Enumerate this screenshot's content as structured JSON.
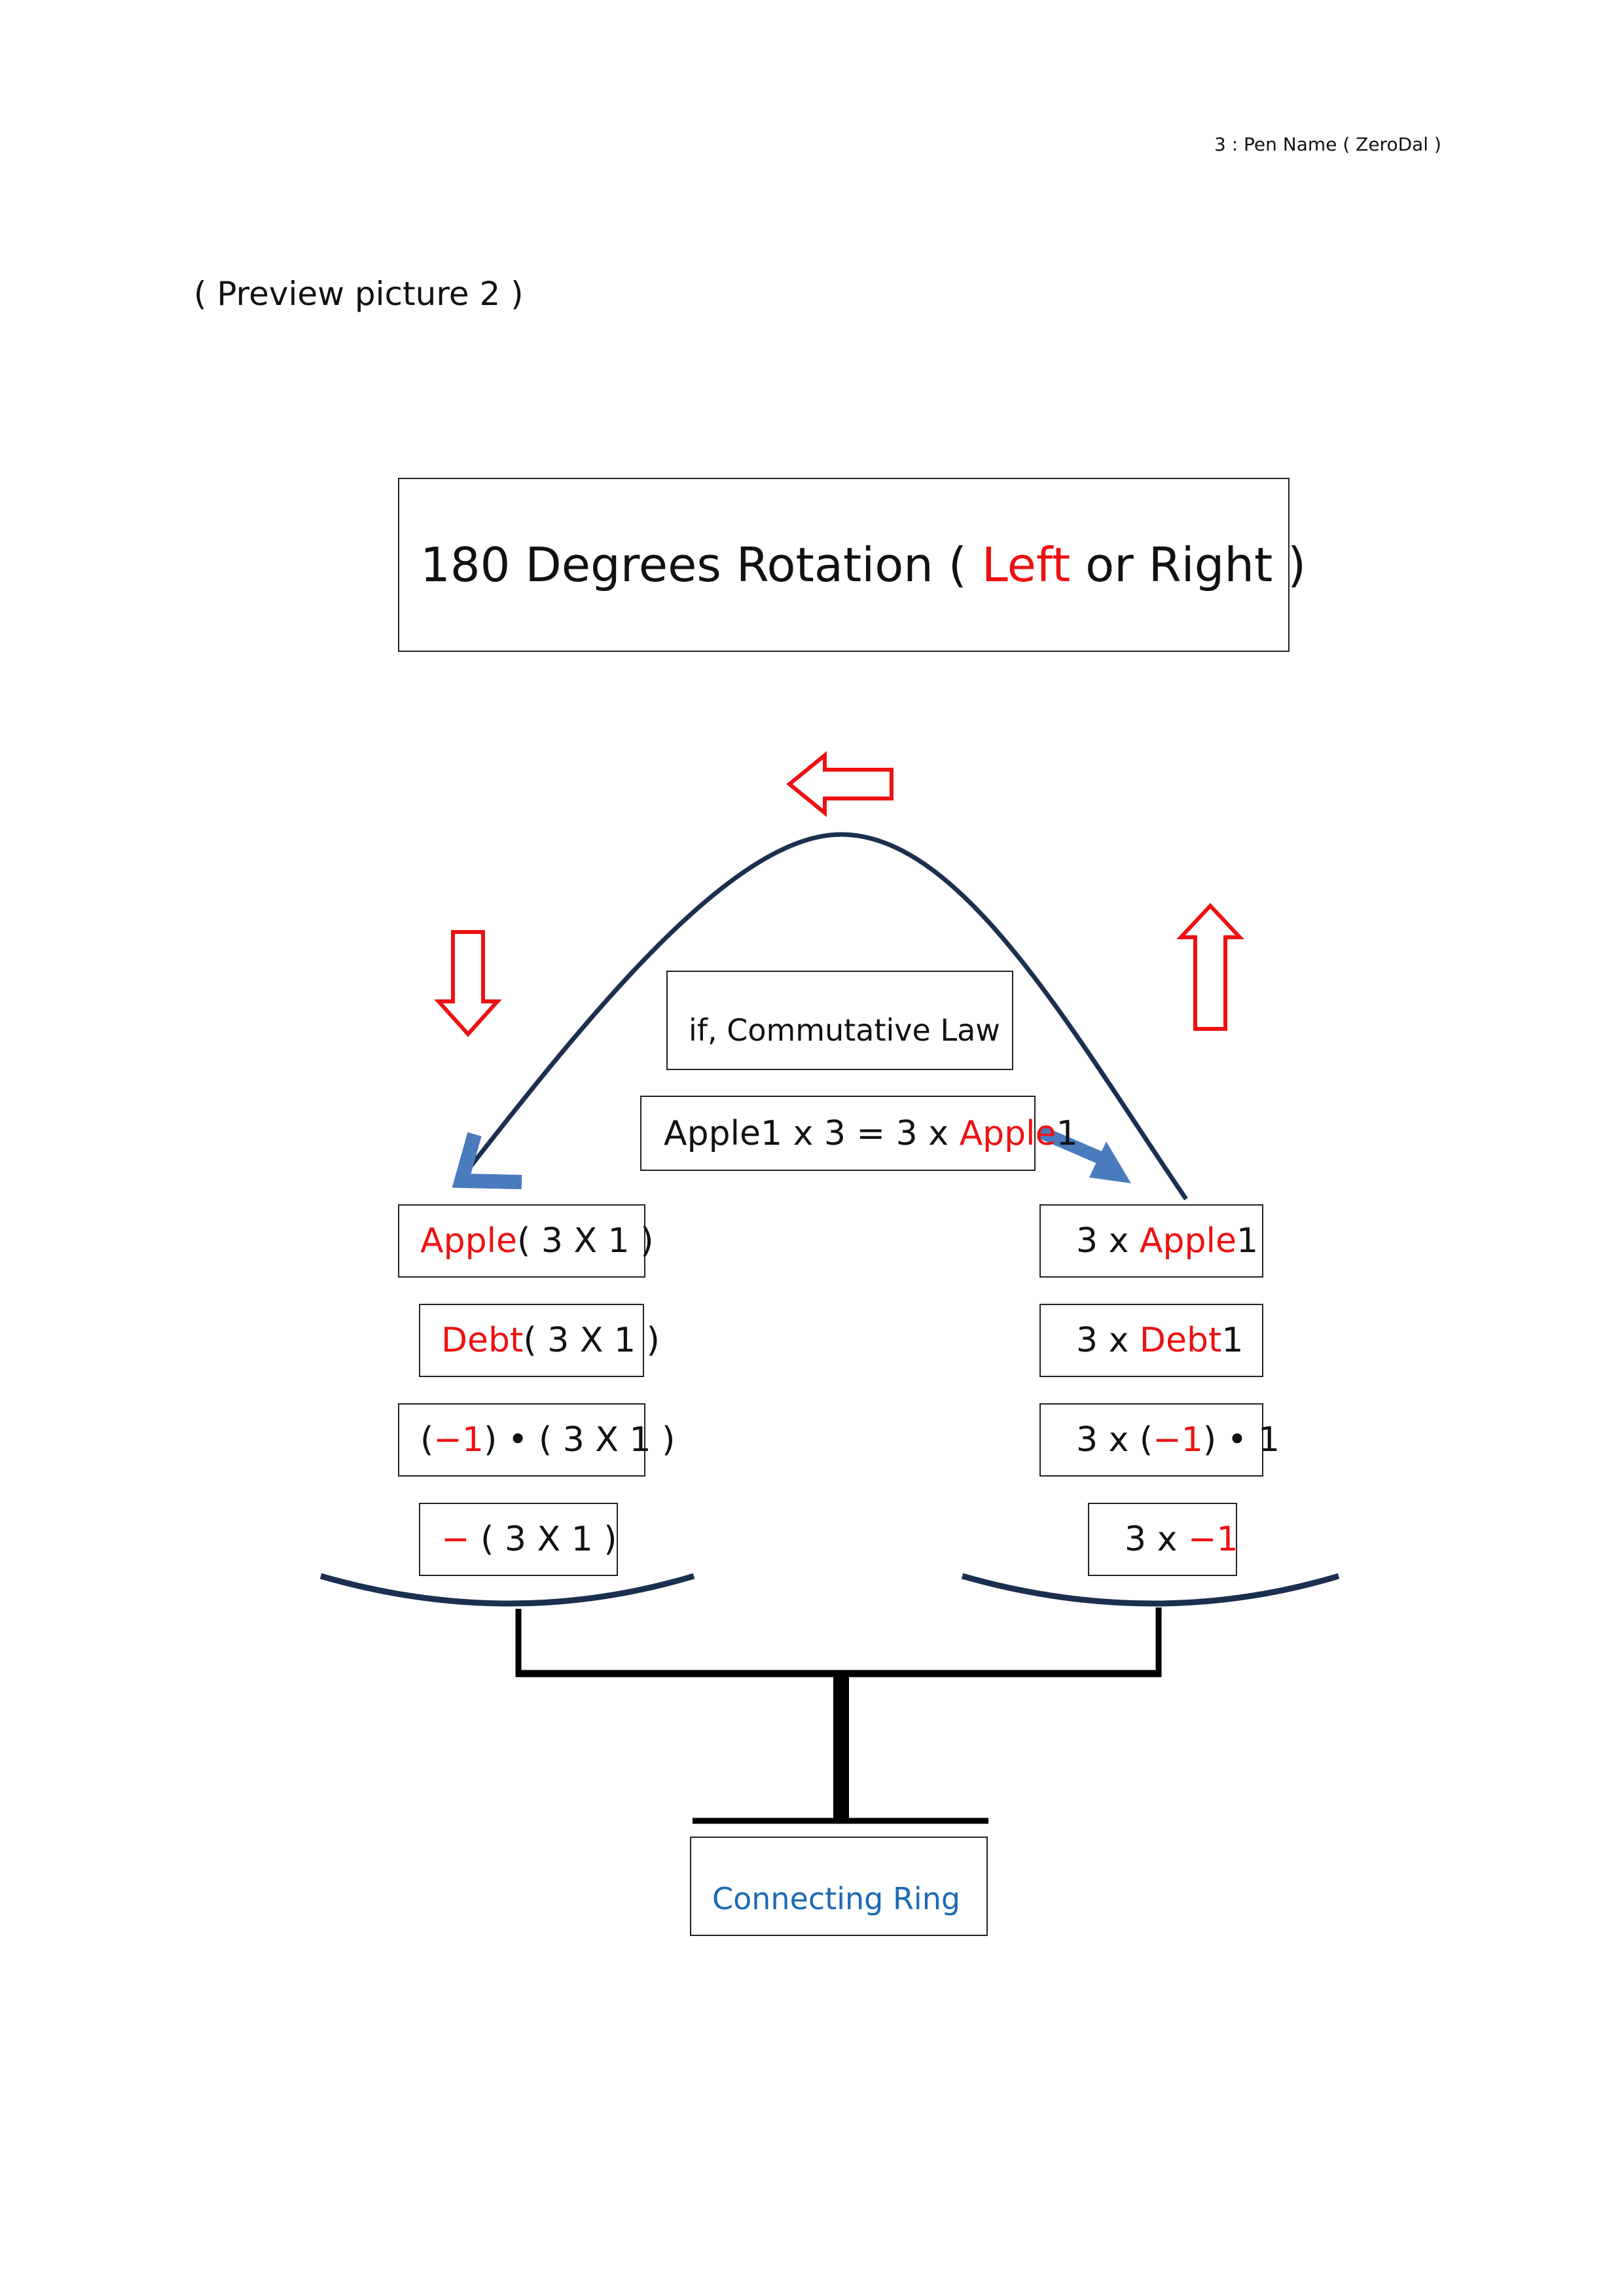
{
  "header": {
    "note": "3 : Pen Name ( ZeroDal )"
  },
  "preview_title": "( Preview picture 2 )",
  "title": {
    "pre": "180 Degrees Rotation ( ",
    "left": "Left",
    "post": " or Right )"
  },
  "condition": "if, Commutative Law",
  "equation": {
    "pre": "Apple1 x 3 = 3 x ",
    "apple": "Apple",
    "post": "1"
  },
  "left_pan": {
    "row1": {
      "red": "Apple",
      "black": "( 3 X 1 )"
    },
    "row2": {
      "red": "Debt",
      "black": "( 3 X 1 )"
    },
    "row3": {
      "open": "(",
      "red": "−1",
      "rest": ") • ( 3 X 1 )"
    },
    "row4": {
      "red": "−",
      "black": " ( 3 X 1 )"
    }
  },
  "right_pan": {
    "row1": {
      "pre": "3 x ",
      "red": "Apple",
      "post": "1"
    },
    "row2": {
      "pre": "3 x ",
      "red": "Debt",
      "post": "1"
    },
    "row3": {
      "pre": "3 x (",
      "red": "−1",
      "post": ") • 1"
    },
    "row4": {
      "pre": "3 x ",
      "red": "−1"
    }
  },
  "connecting_ring": "Connecting Ring",
  "colors": {
    "accent_red": "#ee1111",
    "arc_navy": "#1b2f4f",
    "arrow_blue": "#4a7bbd",
    "ring_blue": "#1b6ab4"
  }
}
